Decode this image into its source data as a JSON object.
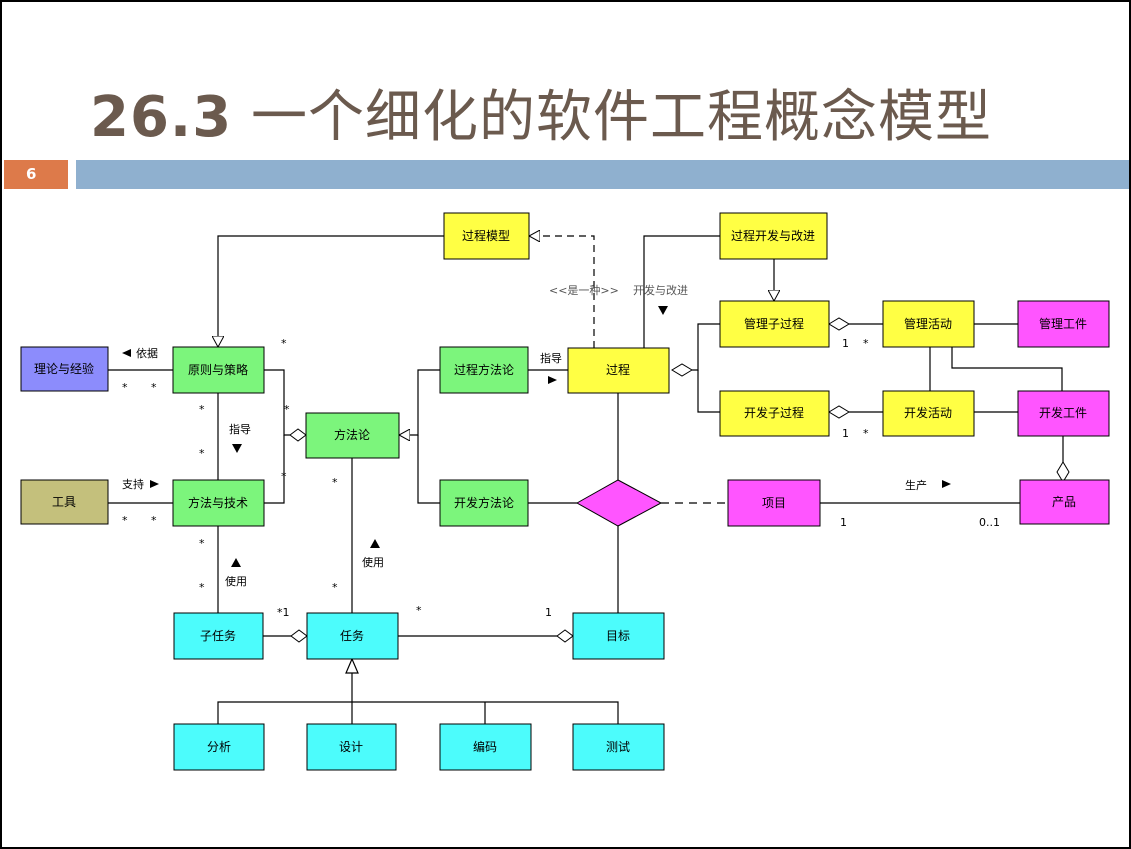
{
  "slide": {
    "title_number": "26.3",
    "title_text": "一个细化的软件工程概念模型",
    "page_number": "6"
  },
  "colors": {
    "title": "#6b5a4e",
    "page_badge": "#dd7a4a",
    "header_bar": "#8fb0cf",
    "yellow": "#ffff44",
    "green": "#7cf57c",
    "cyan": "#4cfcfc",
    "magenta": "#ff55ff",
    "blue": "#8c8cfc",
    "olive": "#c4c07c"
  },
  "diagram": {
    "boxes": {
      "process_model": "过程模型",
      "process_dev_improve": "过程开发与改进",
      "mgmt_subprocess": "管理子过程",
      "mgmt_activity": "管理活动",
      "mgmt_artifact": "管理工件",
      "theory_experience": "理论与经验",
      "principle_strategy": "原则与策略",
      "process_methodology": "过程方法论",
      "process": "过程",
      "dev_subprocess": "开发子过程",
      "dev_activity": "开发活动",
      "dev_artifact": "开发工件",
      "methodology": "方法论",
      "tool": "工具",
      "method_technique": "方法与技术",
      "dev_methodology": "开发方法论",
      "project": "项目",
      "product": "产品",
      "subtask": "子任务",
      "task": "任务",
      "goal": "目标",
      "analysis": "分析",
      "design": "设计",
      "coding": "编码",
      "testing": "测试"
    },
    "labels": {
      "is_a": "<<是一种>>",
      "develop_improve": "开发与改进",
      "depends": "依据",
      "guide1": "指导",
      "guide2": "指导",
      "support": "支持",
      "use1": "使用",
      "use2": "使用",
      "produce": "生产",
      "one_a": "1",
      "one_b": "1",
      "one_c": "1",
      "one_d": "1",
      "star1_1": "*1",
      "zero_one": "0..1",
      "star": "*"
    }
  }
}
